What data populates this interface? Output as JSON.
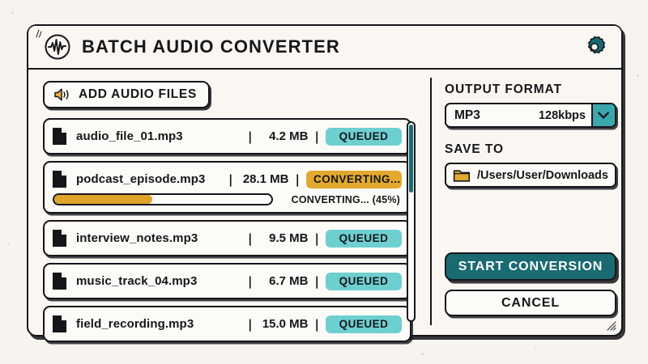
{
  "window": {
    "title": "BATCH AUDIO CONVERTER",
    "logo_icon": "audio-waveform-circle-icon",
    "settings_icon": "gear-icon",
    "resize_icon": "resize-grip-icon"
  },
  "toolbar": {
    "add_files_label": "ADD AUDIO FILES",
    "add_files_icon": "speaker-volume-icon"
  },
  "file_list": {
    "scrollbar": "vertical-scrollbar",
    "rows": [
      {
        "icon": "file-document-icon",
        "name": "audio_file_01.mp3",
        "size": "4.2 MB",
        "status": "QUEUED",
        "status_type": "queued",
        "sep": "|"
      },
      {
        "icon": "file-document-icon",
        "name": "podcast_episode.mp3",
        "size": "28.1 MB",
        "status": "CONVERTING...",
        "status_type": "converting",
        "sep": "|",
        "progress_percent": 45,
        "progress_label": "CONVERTING... (45%)"
      },
      {
        "icon": "file-document-icon",
        "name": "interview_notes.mp3",
        "size": "9.5 MB",
        "status": "QUEUED",
        "status_type": "queued",
        "sep": "|"
      },
      {
        "icon": "file-document-icon",
        "name": "music_track_04.mp3",
        "size": "6.7 MB",
        "status": "QUEUED",
        "status_type": "queued",
        "sep": "|"
      },
      {
        "icon": "file-document-icon",
        "name": "field_recording.mp3",
        "size": "15.0 MB",
        "status": "QUEUED",
        "status_type": "queued",
        "sep": "|"
      }
    ]
  },
  "settings": {
    "output_format_label": "OUTPUT FORMAT",
    "format_value": "MP3",
    "bitrate_value": "128kbps",
    "dropdown_icon": "chevron-down-icon",
    "save_to_label": "SAVE TO",
    "save_path": "/Users/User/Downloads",
    "folder_icon": "folder-icon"
  },
  "actions": {
    "start_label": "START CONVERSION",
    "cancel_label": "CANCEL"
  },
  "colors": {
    "accent_teal": "#1a6a72",
    "badge_queued": "#6ecfd0",
    "badge_converting": "#e3a92e",
    "progress_fill": "#dda428",
    "folder_gold": "#e0a830",
    "ink": "#16161a",
    "paper": "#faf7f3"
  }
}
